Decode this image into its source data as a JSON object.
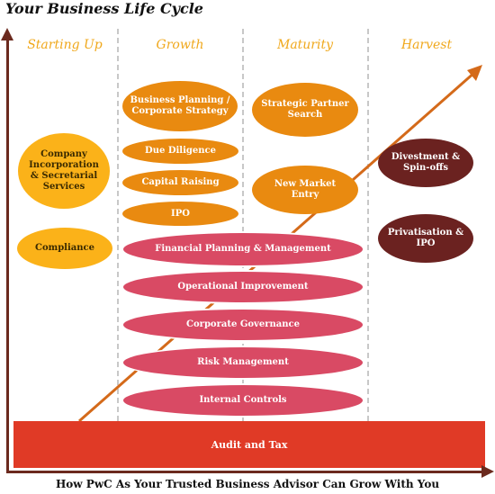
{
  "title": "Your Business Life Cycle",
  "caption": "How PwC As Your Trusted Business Advisor Can Grow With You",
  "phases": [
    "Starting Up",
    "Growth",
    "Maturity",
    "Harvest"
  ],
  "nodes": {
    "company_incorporation": "Company Incorporation & Secretarial Services",
    "compliance": "Compliance",
    "business_planning": "Business Planning / Corporate Strategy",
    "due_diligence": "Due Diligence",
    "capital_raising": "Capital Raising",
    "ipo": "IPO",
    "strategic_partner_search": "Strategic Partner Search",
    "new_market_entry": "New Market Entry",
    "divestment": "Divestment & Spin-offs",
    "privatisation": "Privatisation & IPO",
    "financial_planning": "Financial Planning & Management",
    "operational_improvement": "Operational Improvement",
    "corporate_governance": "Corporate Governance",
    "risk_management": "Risk Management",
    "internal_controls": "Internal Controls"
  },
  "audit_bar": "Audit and Tax",
  "colors": {
    "starting_up": "#fbb219",
    "growth_maturity": "#e98a10",
    "cross_phase": "#d94a64",
    "harvest": "#6b2220",
    "audit_tax": "#e03a26",
    "phase_label": "#f0a81c",
    "growth_arrow": "#d46a1a",
    "axes": "#6b2a1e"
  }
}
